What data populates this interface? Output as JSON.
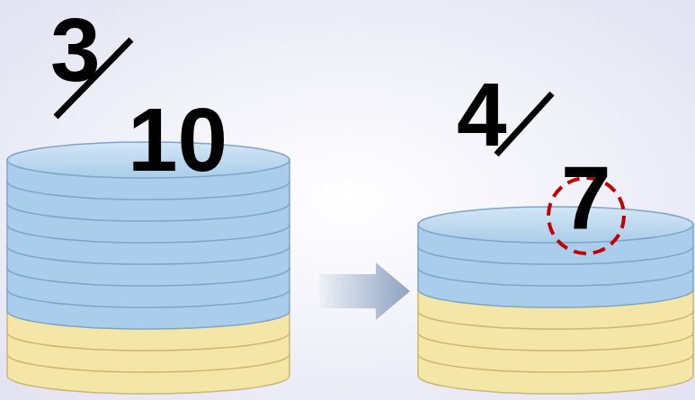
{
  "diagram": {
    "labels": [
      "3",
      "10",
      "4",
      "7"
    ]
  }
}
